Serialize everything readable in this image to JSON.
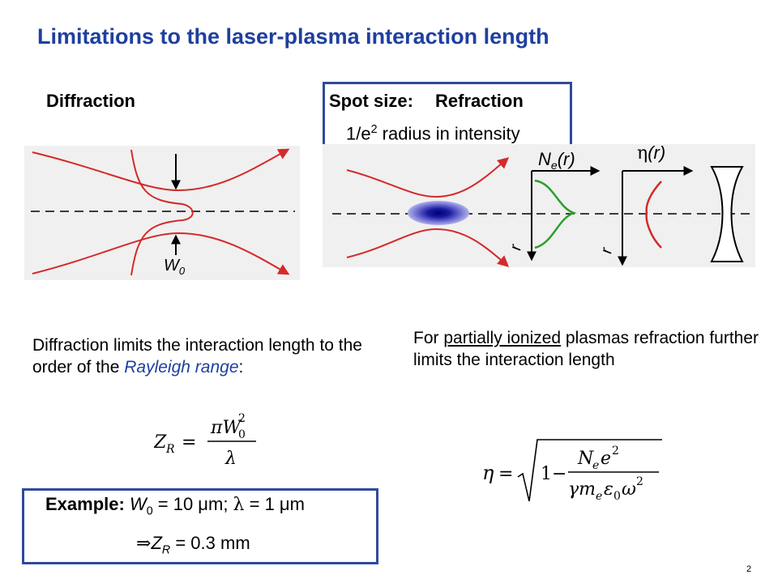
{
  "title": "Limitations to the laser-plasma interaction length",
  "diffraction": {
    "label": "Diffraction",
    "w0_sym": "W",
    "w0_sub": "0"
  },
  "spot": {
    "label": "Spot size:",
    "def_prefix": "1/e",
    "def_sup": "2",
    "def_suffix": " radius in intensity"
  },
  "refraction": {
    "label": "Refraction",
    "ne_sym": "N",
    "ne_sub": "e",
    "ne_arg": "(r)",
    "eta_arg": "(r)",
    "r_label": "r"
  },
  "left_text": {
    "part1": "Diffraction limits the interaction length to the order of the ",
    "rayleigh": "Rayleigh range",
    "part2": ":"
  },
  "right_text": {
    "part1": "For ",
    "underlined": "partially ionized",
    "part2": " plasmas refraction further limits the interaction length"
  },
  "example": {
    "bold": "Example: ",
    "w_sym": "W",
    "w_sub": "0",
    "w_val": " = 10 μm; ",
    "lambda_sym": "λ",
    "lambda_val": " = 1 μm",
    "implies": "⇒",
    "zr_sym": "Z",
    "zr_sub": "R",
    "zr_val": " = 0.3 mm"
  },
  "page_number": "2"
}
